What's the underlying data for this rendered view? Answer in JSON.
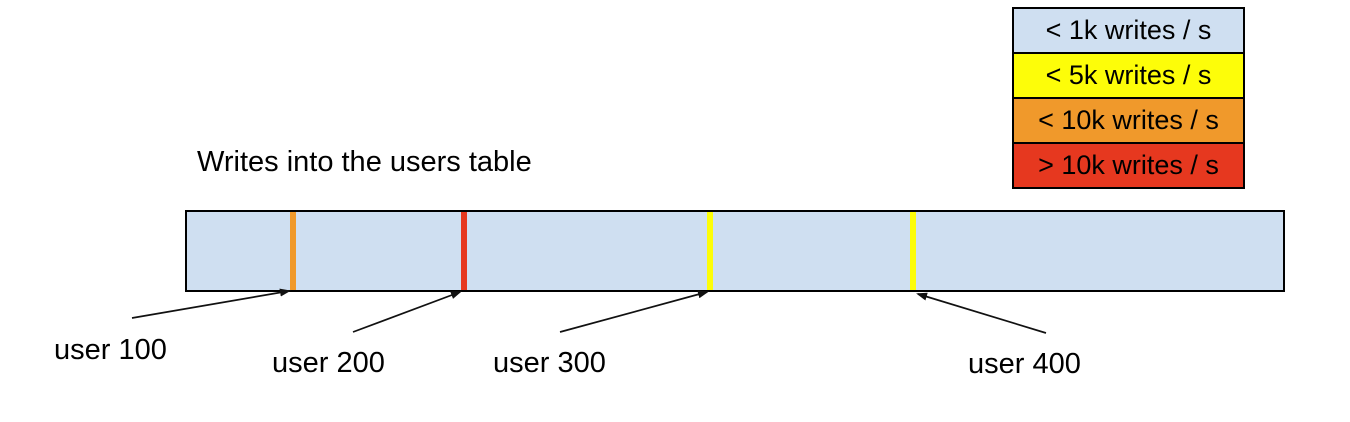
{
  "title": "Writes into the users table",
  "legend": {
    "items": [
      {
        "label": "< 1k writes / s",
        "color": "#cfdff1"
      },
      {
        "label": "< 5k writes / s",
        "color": "#fdfd09"
      },
      {
        "label": "< 10k writes / s",
        "color": "#f0992b"
      },
      {
        "label": "> 10k writes / s",
        "color": "#e6381f"
      }
    ]
  },
  "bar": {
    "fill": "#cfdff1",
    "border_color": "#000000"
  },
  "ticks": [
    {
      "label": "user 100",
      "category": "< 10k writes / s",
      "color": "#f0992b"
    },
    {
      "label": "user 200",
      "category": "> 10k writes / s",
      "color": "#e6381f"
    },
    {
      "label": "user 300",
      "category": "< 5k writes / s",
      "color": "#fdfd09"
    },
    {
      "label": "user 400",
      "category": "< 5k writes / s",
      "color": "#fdfd09"
    }
  ]
}
